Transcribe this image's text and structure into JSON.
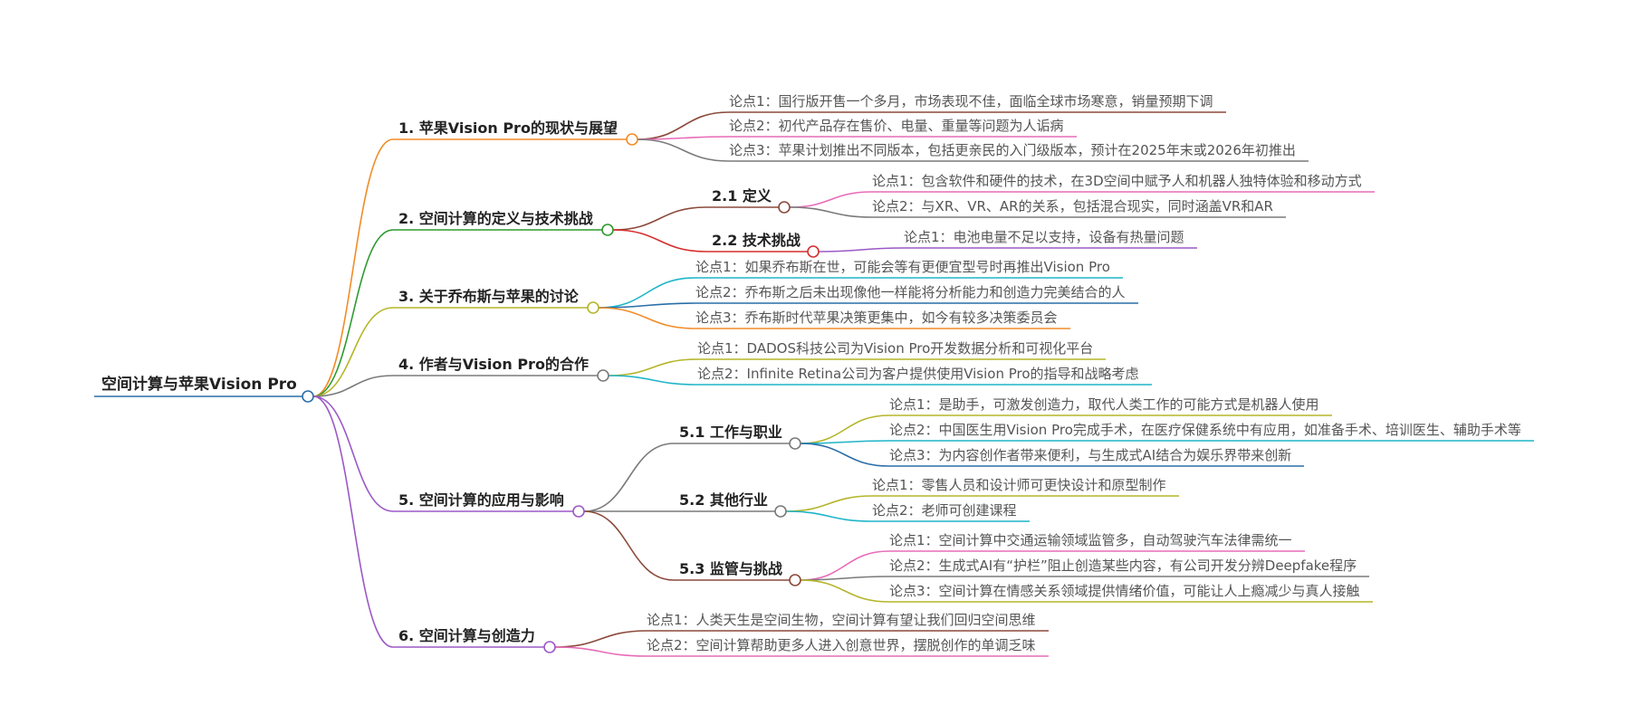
{
  "root": {
    "label": "空间计算与苹果Vision Pro"
  },
  "branches": [
    {
      "label": "1. 苹果Vision Pro的现状与展望",
      "color": "#f28c28",
      "children": [
        {
          "label": "论点1：国行版开售一个多月，市场表现不佳，面临全球市场寒意，销量预期下调",
          "color": "#8b4a3a"
        },
        {
          "label": "论点2：初代产品存在售价、电量、重量等问题为人诟病",
          "color": "#e76bb8"
        },
        {
          "label": "论点3：苹果计划推出不同版本，包括更亲民的入门级版本，预计在2025年末或2026年初推出",
          "color": "#7a7a7a"
        }
      ]
    },
    {
      "label": "2. 空间计算的定义与技术挑战",
      "color": "#2e9a2e",
      "children": [
        {
          "label": "2.1 定义",
          "color": "#8b4a3a",
          "children": [
            {
              "label": "论点1：包含软件和硬件的技术，在3D空间中赋予人和机器人独特体验和移动方式",
              "color": "#e76bb8"
            },
            {
              "label": "论点2：与XR、VR、AR的关系，包括混合现实，同时涵盖VR和AR",
              "color": "#7a7a7a"
            }
          ]
        },
        {
          "label": "2.2 技术挑战",
          "color": "#d62d2d",
          "children": [
            {
              "label": "论点1：电池电量不足以支持，设备有热量问题",
              "color": "#9b59c6"
            }
          ]
        }
      ]
    },
    {
      "label": "3. 关于乔布斯与苹果的讨论",
      "color": "#b5b52a",
      "children": [
        {
          "label": "论点1：如果乔布斯在世，可能会等有更便宜型号时再推出Vision Pro",
          "color": "#1fb5c9"
        },
        {
          "label": "论点2：乔布斯之后未出现像他一样能将分析能力和创造力完美结合的人",
          "color": "#2a6ea8"
        },
        {
          "label": "论点3：乔布斯时代苹果决策更集中，如今有较多决策委员会",
          "color": "#f28c28"
        }
      ]
    },
    {
      "label": "4. 作者与Vision Pro的合作",
      "color": "#7a7a7a",
      "children": [
        {
          "label": "论点1：DADOS科技公司为Vision Pro开发数据分析和可视化平台",
          "color": "#b5b52a"
        },
        {
          "label": "论点2：Infinite Retina公司为客户提供使用Vision Pro的指导和战略考虑",
          "color": "#1fb5c9"
        }
      ]
    },
    {
      "label": "5. 空间计算的应用与影响",
      "color": "#9b59c6",
      "children": [
        {
          "label": "5.1 工作与职业",
          "color": "#7a7a7a",
          "children": [
            {
              "label": "论点1：是助手，可激发创造力，取代人类工作的可能方式是机器人使用",
              "color": "#b5b52a"
            },
            {
              "label": "论点2：中国医生用Vision Pro完成手术，在医疗保健系统中有应用，如准备手术、培训医生、辅助手术等",
              "color": "#1fb5c9"
            },
            {
              "label": "论点3：为内容创作者带来便利，与生成式AI结合为娱乐界带来创新",
              "color": "#2a6ea8"
            }
          ]
        },
        {
          "label": "5.2 其他行业",
          "color": "#7a7a7a",
          "children": [
            {
              "label": "论点1：零售人员和设计师可更快设计和原型制作",
              "color": "#b5b52a"
            },
            {
              "label": "论点2：老师可创建课程",
              "color": "#1fb5c9"
            }
          ]
        },
        {
          "label": "5.3 监管与挑战",
          "color": "#8b4a3a",
          "children": [
            {
              "label": "论点1：空间计算中交通运输领域监管多，自动驾驶汽车法律需统一",
              "color": "#e76bb8"
            },
            {
              "label": "论点2：生成式AI有“护栏”阻止创造某些内容，有公司开发分辨Deepfake程序",
              "color": "#7a7a7a"
            },
            {
              "label": "论点3：空间计算在情感关系领域提供情绪价值，可能让人上瘾减少与真人接触",
              "color": "#b5b52a"
            }
          ]
        }
      ]
    },
    {
      "label": "6. 空间计算与创造力",
      "color": "#9b59c6",
      "children": [
        {
          "label": "论点1：人类天生是空间生物，空间计算有望让我们回归空间思维",
          "color": "#8b4a3a"
        },
        {
          "label": "论点2：空间计算帮助更多人进入创意世界，摆脱创作的单调乏味",
          "color": "#e76bb8"
        }
      ]
    }
  ]
}
